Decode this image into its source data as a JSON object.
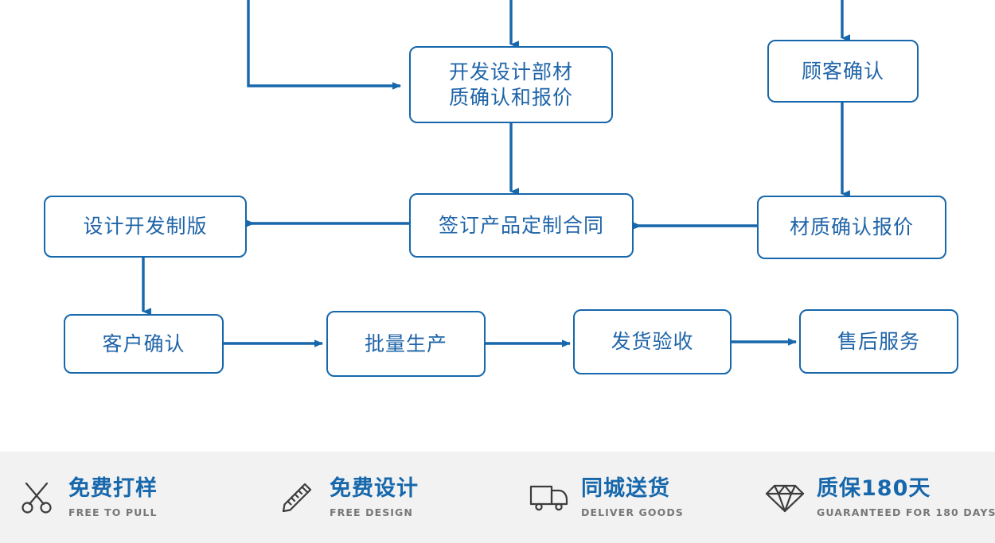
{
  "theme": {
    "line_color": "#1667ab",
    "node_border": "#1667ab",
    "node_text": "#1f64a8",
    "feature_bar_bg": "#f2f2f2",
    "feature_title_color": "#1667ab",
    "feature_sub_color": "#777777",
    "icon_color": "#3c3c3c",
    "page_bg": "#ffffff"
  },
  "flowchart": {
    "type": "process-flow",
    "nodes": [
      {
        "id": "dev-design-material",
        "label": "开发设计部材\n质确认和报价",
        "lines": 2
      },
      {
        "id": "customer-confirm-top",
        "label": "顾客确认",
        "lines": 1
      },
      {
        "id": "design-develop-plate",
        "label": "设计开发制版",
        "lines": 1
      },
      {
        "id": "sign-contract",
        "label": "签订产品定制合同",
        "lines": 1
      },
      {
        "id": "material-quote",
        "label": "材质确认报价",
        "lines": 1
      },
      {
        "id": "client-confirm",
        "label": "客户确认",
        "lines": 1
      },
      {
        "id": "mass-production",
        "label": "批量生产",
        "lines": 1
      },
      {
        "id": "ship-inspect",
        "label": "发货验收",
        "lines": 1
      },
      {
        "id": "after-sales",
        "label": "售后服务",
        "lines": 1
      }
    ],
    "edges": [
      {
        "from": "off-top-left",
        "to": "dev-design-material",
        "shape": "elbow-down-right"
      },
      {
        "from": "off-top-center",
        "to": "dev-design-material",
        "shape": "straight-down"
      },
      {
        "from": "off-top-right",
        "to": "customer-confirm-top",
        "shape": "straight-down"
      },
      {
        "from": "dev-design-material",
        "to": "sign-contract",
        "shape": "straight-down"
      },
      {
        "from": "customer-confirm-top",
        "to": "material-quote",
        "shape": "straight-down"
      },
      {
        "from": "material-quote",
        "to": "sign-contract",
        "shape": "straight-left"
      },
      {
        "from": "sign-contract",
        "to": "design-develop-plate",
        "shape": "straight-left"
      },
      {
        "from": "design-develop-plate",
        "to": "client-confirm",
        "shape": "straight-down"
      },
      {
        "from": "client-confirm",
        "to": "mass-production",
        "shape": "straight-right"
      },
      {
        "from": "mass-production",
        "to": "ship-inspect",
        "shape": "straight-right"
      },
      {
        "from": "ship-inspect",
        "to": "after-sales",
        "shape": "straight-right"
      }
    ]
  },
  "features": [
    {
      "icon": "scissors-icon",
      "title": "免费打样",
      "subtitle": "FREE TO PULL"
    },
    {
      "icon": "pencil-ruler-icon",
      "title": "免费设计",
      "subtitle": "FREE DESIGN"
    },
    {
      "icon": "truck-icon",
      "title": "同城送货",
      "subtitle": "DELIVER GOODS"
    },
    {
      "icon": "diamond-icon",
      "title": "质保180天",
      "subtitle": "GUARANTEED FOR 180 DAYS"
    }
  ]
}
